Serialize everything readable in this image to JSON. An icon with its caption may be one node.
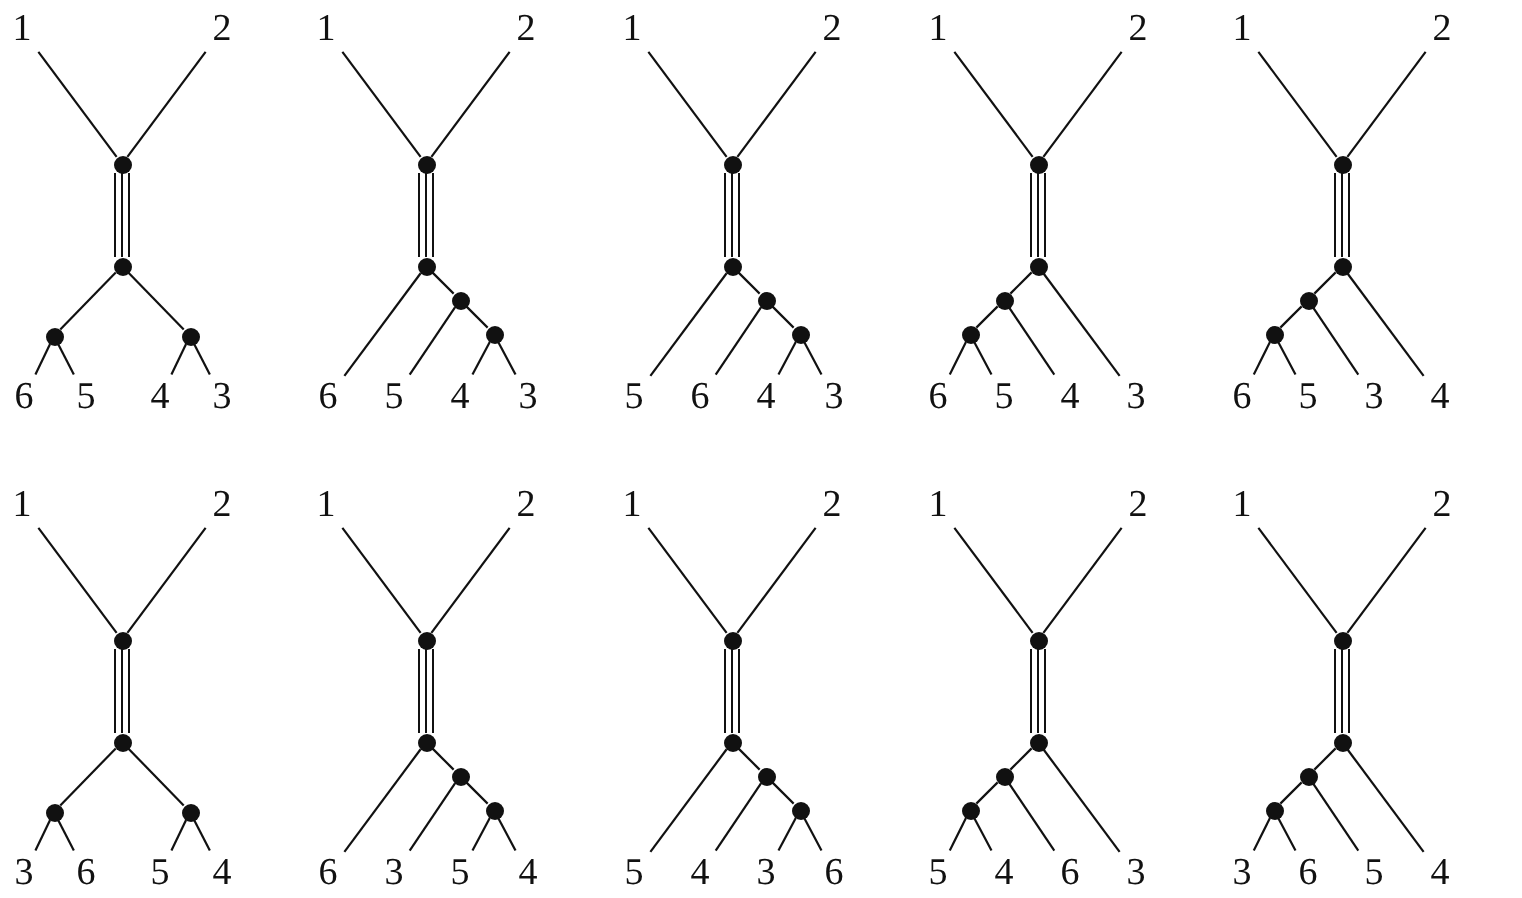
{
  "diagram": {
    "nodes": [
      {
        "text": [
          "1"
        ]
      },
      {
        "text": [
          "2"
        ]
      },
      {
        "text": [],
        "shape": "circle"
      },
      {
        "text": [],
        "shape": "circle"
      },
      {
        "text": [],
        "shape": "circle"
      },
      {
        "text": [],
        "shape": "circle"
      },
      {
        "text": [
          "6"
        ]
      },
      {
        "text": [
          "5"
        ]
      },
      {
        "text": [
          "4"
        ]
      },
      {
        "text": [
          "3"
        ]
      },
      {
        "text": [
          "1"
        ]
      },
      {
        "text": [
          "2"
        ]
      },
      {
        "text": [],
        "shape": "circle"
      },
      {
        "text": [],
        "shape": "circle"
      },
      {
        "text": [],
        "shape": "circle"
      },
      {
        "text": [],
        "shape": "circle"
      },
      {
        "text": [
          "6"
        ]
      },
      {
        "text": [
          "5"
        ]
      },
      {
        "text": [
          "4"
        ]
      },
      {
        "text": [
          "3"
        ]
      },
      {
        "text": [
          "1"
        ]
      },
      {
        "text": [
          "2"
        ]
      },
      {
        "text": [],
        "shape": "circle"
      },
      {
        "text": [],
        "shape": "circle"
      },
      {
        "text": [],
        "shape": "circle"
      },
      {
        "text": [],
        "shape": "circle"
      },
      {
        "text": [
          "5"
        ]
      },
      {
        "text": [
          "6"
        ]
      },
      {
        "text": [
          "4"
        ]
      },
      {
        "text": [
          "3"
        ]
      },
      {
        "text": [
          "1"
        ]
      },
      {
        "text": [
          "2"
        ]
      },
      {
        "text": [],
        "shape": "circle"
      },
      {
        "text": [],
        "shape": "circle"
      },
      {
        "text": [],
        "shape": "circle"
      },
      {
        "text": [],
        "shape": "circle"
      },
      {
        "text": [
          "6"
        ]
      },
      {
        "text": [
          "5"
        ]
      },
      {
        "text": [
          "4"
        ]
      },
      {
        "text": [
          "3"
        ]
      },
      {
        "text": [
          "1"
        ]
      },
      {
        "text": [
          "2"
        ]
      },
      {
        "text": [],
        "shape": "circle"
      },
      {
        "text": [],
        "shape": "circle"
      },
      {
        "text": [],
        "shape": "circle"
      },
      {
        "text": [],
        "shape": "circle"
      },
      {
        "text": [
          "6"
        ]
      },
      {
        "text": [
          "5"
        ]
      },
      {
        "text": [
          "3"
        ]
      },
      {
        "text": [
          "4"
        ]
      },
      {
        "text": [
          "1"
        ]
      },
      {
        "text": [
          "2"
        ]
      },
      {
        "text": [],
        "shape": "circle"
      },
      {
        "text": [],
        "shape": "circle"
      },
      {
        "text": [],
        "shape": "circle"
      },
      {
        "text": [],
        "shape": "circle"
      },
      {
        "text": [
          "3"
        ]
      },
      {
        "text": [
          "6"
        ]
      },
      {
        "text": [
          "5"
        ]
      },
      {
        "text": [
          "4"
        ]
      },
      {
        "text": [
          "1"
        ]
      },
      {
        "text": [
          "2"
        ]
      },
      {
        "text": [],
        "shape": "circle"
      },
      {
        "text": [],
        "shape": "circle"
      },
      {
        "text": [],
        "shape": "circle"
      },
      {
        "text": [],
        "shape": "circle"
      },
      {
        "text": [
          "6"
        ]
      },
      {
        "text": [
          "3"
        ]
      },
      {
        "text": [
          "5"
        ]
      },
      {
        "text": [
          "4"
        ]
      },
      {
        "text": [
          "1"
        ]
      },
      {
        "text": [
          "2"
        ]
      },
      {
        "text": [],
        "shape": "circle"
      },
      {
        "text": [],
        "shape": "circle"
      },
      {
        "text": [],
        "shape": "circle"
      },
      {
        "text": [],
        "shape": "circle"
      },
      {
        "text": [
          "5"
        ]
      },
      {
        "text": [
          "4"
        ]
      },
      {
        "text": [
          "3"
        ]
      },
      {
        "text": [
          "6"
        ]
      },
      {
        "text": [
          "1"
        ]
      },
      {
        "text": [
          "2"
        ]
      },
      {
        "text": [],
        "shape": "circle"
      },
      {
        "text": [],
        "shape": "circle"
      },
      {
        "text": [],
        "shape": "circle"
      },
      {
        "text": [],
        "shape": "circle"
      },
      {
        "text": [
          "5"
        ]
      },
      {
        "text": [
          "4"
        ]
      },
      {
        "text": [
          "6"
        ]
      },
      {
        "text": [
          "3"
        ]
      },
      {
        "text": [
          "1"
        ]
      },
      {
        "text": [
          "2"
        ]
      },
      {
        "text": [],
        "shape": "circle"
      },
      {
        "text": [],
        "shape": "circle"
      },
      {
        "text": [],
        "shape": "circle"
      },
      {
        "text": [],
        "shape": "circle"
      },
      {
        "text": [
          "3"
        ]
      },
      {
        "text": [
          "6"
        ]
      },
      {
        "text": [
          "5"
        ]
      },
      {
        "text": [
          "4"
        ]
      }
    ],
    "edges": [
      {
        "from": 0,
        "to": 2,
        "arrow": "none"
      },
      {
        "from": 1,
        "to": 2,
        "arrow": "none"
      },
      {
        "from": 2,
        "to": 3,
        "arrow": "none",
        "style": "thick"
      },
      {
        "from": 3,
        "to": 4,
        "arrow": "none"
      },
      {
        "from": 3,
        "to": 5,
        "arrow": "none"
      },
      {
        "from": 4,
        "to": 6,
        "arrow": "none"
      },
      {
        "from": 4,
        "to": 7,
        "arrow": "none"
      },
      {
        "from": 5,
        "to": 8,
        "arrow": "none"
      },
      {
        "from": 5,
        "to": 9,
        "arrow": "none"
      },
      {
        "from": 10,
        "to": 12,
        "arrow": "none"
      },
      {
        "from": 11,
        "to": 12,
        "arrow": "none"
      },
      {
        "from": 12,
        "to": 13,
        "arrow": "none",
        "style": "thick"
      },
      {
        "from": 13,
        "to": 16,
        "arrow": "none"
      },
      {
        "from": 13,
        "to": 14,
        "arrow": "none"
      },
      {
        "from": 14,
        "to": 17,
        "arrow": "none"
      },
      {
        "from": 14,
        "to": 15,
        "arrow": "none"
      },
      {
        "from": 15,
        "to": 18,
        "arrow": "none"
      },
      {
        "from": 15,
        "to": 19,
        "arrow": "none"
      },
      {
        "from": 20,
        "to": 22,
        "arrow": "none"
      },
      {
        "from": 21,
        "to": 22,
        "arrow": "none"
      },
      {
        "from": 22,
        "to": 23,
        "arrow": "none",
        "style": "thick"
      },
      {
        "from": 23,
        "to": 26,
        "arrow": "none"
      },
      {
        "from": 23,
        "to": 24,
        "arrow": "none"
      },
      {
        "from": 24,
        "to": 27,
        "arrow": "none"
      },
      {
        "from": 24,
        "to": 25,
        "arrow": "none"
      },
      {
        "from": 25,
        "to": 28,
        "arrow": "none"
      },
      {
        "from": 25,
        "to": 29,
        "arrow": "none"
      },
      {
        "from": 30,
        "to": 32,
        "arrow": "none"
      },
      {
        "from": 31,
        "to": 32,
        "arrow": "none"
      },
      {
        "from": 32,
        "to": 33,
        "arrow": "none",
        "style": "thick"
      },
      {
        "from": 33,
        "to": 35,
        "arrow": "none"
      },
      {
        "from": 33,
        "to": 39,
        "arrow": "none"
      },
      {
        "from": 35,
        "to": 34,
        "arrow": "none"
      },
      {
        "from": 35,
        "to": 38,
        "arrow": "none"
      },
      {
        "from": 34,
        "to": 36,
        "arrow": "none"
      },
      {
        "from": 34,
        "to": 37,
        "arrow": "none"
      },
      {
        "from": 40,
        "to": 42,
        "arrow": "none"
      },
      {
        "from": 41,
        "to": 42,
        "arrow": "none"
      },
      {
        "from": 42,
        "to": 43,
        "arrow": "none",
        "style": "thick"
      },
      {
        "from": 43,
        "to": 45,
        "arrow": "none"
      },
      {
        "from": 43,
        "to": 49,
        "arrow": "none"
      },
      {
        "from": 45,
        "to": 44,
        "arrow": "none"
      },
      {
        "from": 45,
        "to": 48,
        "arrow": "none"
      },
      {
        "from": 44,
        "to": 46,
        "arrow": "none"
      },
      {
        "from": 44,
        "to": 47,
        "arrow": "none"
      },
      {
        "from": 50,
        "to": 52,
        "arrow": "none"
      },
      {
        "from": 51,
        "to": 52,
        "arrow": "none"
      },
      {
        "from": 52,
        "to": 53,
        "arrow": "none",
        "style": "thick"
      },
      {
        "from": 53,
        "to": 54,
        "arrow": "none"
      },
      {
        "from": 53,
        "to": 55,
        "arrow": "none"
      },
      {
        "from": 54,
        "to": 56,
        "arrow": "none"
      },
      {
        "from": 54,
        "to": 57,
        "arrow": "none"
      },
      {
        "from": 55,
        "to": 58,
        "arrow": "none"
      },
      {
        "from": 55,
        "to": 59,
        "arrow": "none"
      },
      {
        "from": 60,
        "to": 62,
        "arrow": "none"
      },
      {
        "from": 61,
        "to": 62,
        "arrow": "none"
      },
      {
        "from": 62,
        "to": 63,
        "arrow": "none",
        "style": "thick"
      },
      {
        "from": 63,
        "to": 66,
        "arrow": "none"
      },
      {
        "from": 63,
        "to": 64,
        "arrow": "none"
      },
      {
        "from": 64,
        "to": 67,
        "arrow": "none"
      },
      {
        "from": 64,
        "to": 65,
        "arrow": "none"
      },
      {
        "from": 65,
        "to": 68,
        "arrow": "none"
      },
      {
        "from": 65,
        "to": 69,
        "arrow": "none"
      },
      {
        "from": 70,
        "to": 72,
        "arrow": "none"
      },
      {
        "from": 71,
        "to": 72,
        "arrow": "none"
      },
      {
        "from": 72,
        "to": 73,
        "arrow": "none",
        "style": "thick"
      },
      {
        "from": 73,
        "to": 76,
        "arrow": "none"
      },
      {
        "from": 73,
        "to": 74,
        "arrow": "none"
      },
      {
        "from": 74,
        "to": 77,
        "arrow": "none"
      },
      {
        "from": 74,
        "to": 75,
        "arrow": "none"
      },
      {
        "from": 75,
        "to": 78,
        "arrow": "none"
      },
      {
        "from": 75,
        "to": 79,
        "arrow": "none"
      },
      {
        "from": 80,
        "to": 82,
        "arrow": "none"
      },
      {
        "from": 81,
        "to": 82,
        "arrow": "none"
      },
      {
        "from": 82,
        "to": 83,
        "arrow": "none",
        "style": "thick"
      },
      {
        "from": 83,
        "to": 85,
        "arrow": "none"
      },
      {
        "from": 83,
        "to": 89,
        "arrow": "none"
      },
      {
        "from": 85,
        "to": 84,
        "arrow": "none"
      },
      {
        "from": 85,
        "to": 88,
        "arrow": "none"
      },
      {
        "from": 84,
        "to": 86,
        "arrow": "none"
      },
      {
        "from": 84,
        "to": 87,
        "arrow": "none"
      },
      {
        "from": 90,
        "to": 92,
        "arrow": "none"
      },
      {
        "from": 91,
        "to": 92,
        "arrow": "none"
      },
      {
        "from": 92,
        "to": 93,
        "arrow": "none",
        "style": "thick"
      },
      {
        "from": 93,
        "to": 95,
        "arrow": "none"
      },
      {
        "from": 93,
        "to": 99,
        "arrow": "none"
      },
      {
        "from": 95,
        "to": 94,
        "arrow": "none"
      },
      {
        "from": 95,
        "to": 98,
        "arrow": "none"
      },
      {
        "from": 94,
        "to": 96,
        "arrow": "none"
      },
      {
        "from": 94,
        "to": 97,
        "arrow": "none"
      }
    ]
  }
}
